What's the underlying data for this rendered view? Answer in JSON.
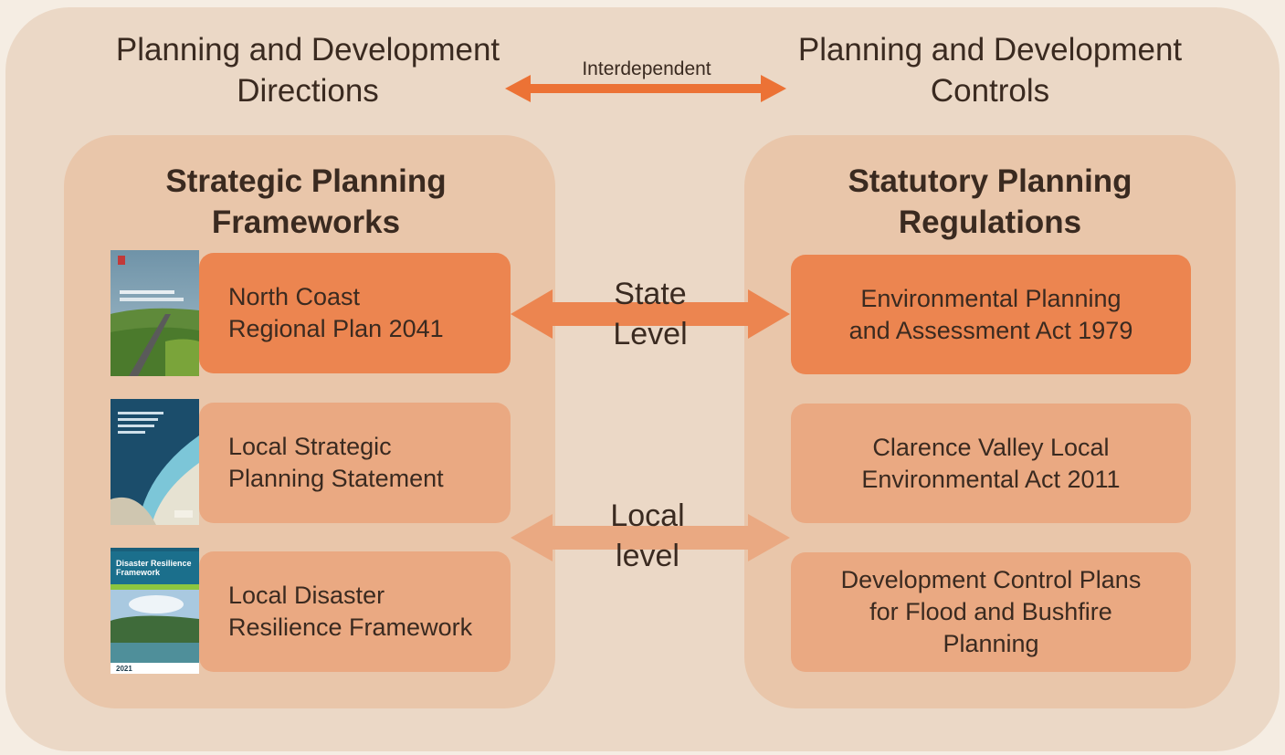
{
  "headers": {
    "left": "Planning and Development\nDirections",
    "right": "Planning and Development\nControls",
    "interdependent": "Interdependent"
  },
  "left_panel": {
    "title": "Strategic Planning\nFrameworks",
    "items": [
      {
        "label": "North Coast\nRegional Plan 2041",
        "cover_icon": "north-coast-plan-cover"
      },
      {
        "label": "Local Strategic\nPlanning Statement",
        "cover_icon": "lsps-cover"
      },
      {
        "label": "Local Disaster\nResilience Framework",
        "cover_icon": "disaster-resilience-cover",
        "cover_title": "Disaster Resilience\nFramework",
        "cover_year": "2021"
      }
    ]
  },
  "right_panel": {
    "title": "Statutory Planning\nRegulations",
    "items": [
      {
        "label": "Environmental Planning\nand Assessment Act 1979"
      },
      {
        "label": "Clarence Valley Local\nEnvironmental Act 2011"
      },
      {
        "label": "Development Control Plans\nfor Flood and Bushfire\nPlanning"
      }
    ]
  },
  "levels": {
    "state": "State\nLevel",
    "local": "Local\nlevel"
  },
  "colors": {
    "background": "#ebd8c6",
    "panel": "#e9c6aa",
    "state_box": "#ec8550",
    "local_box": "#eaa982",
    "interdependent_arrow": "#ec7235",
    "state_arrow": "#ec8550",
    "local_arrow": "#eaa982"
  }
}
